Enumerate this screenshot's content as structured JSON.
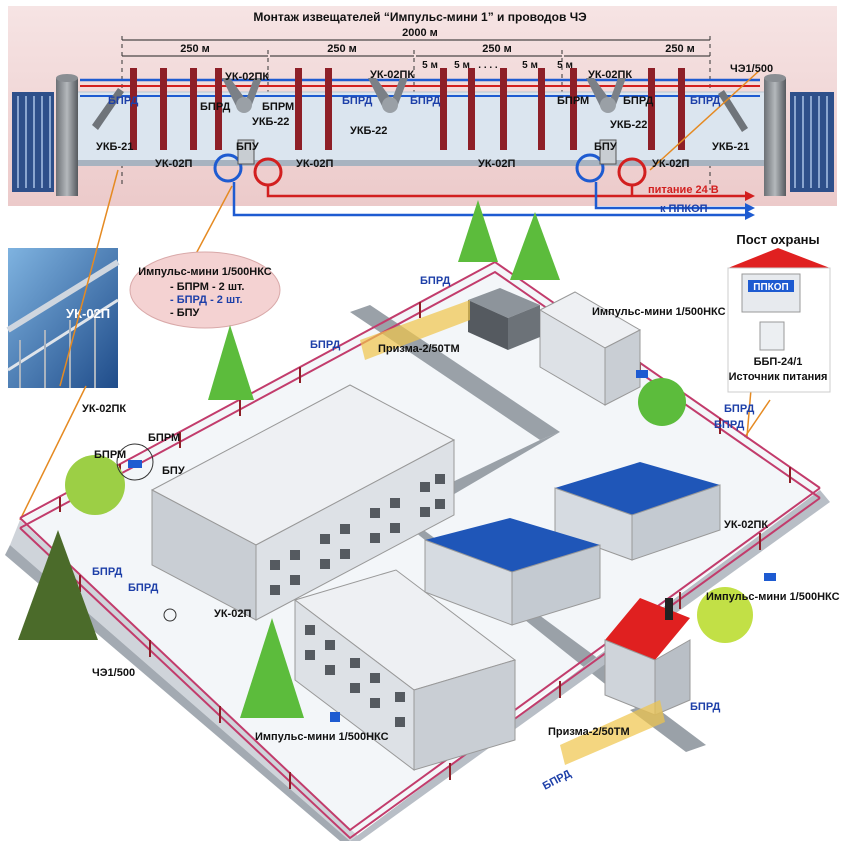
{
  "header": {
    "title": "Монтаж извещателей “Импульс-мини 1” и проводов ЧЭ",
    "total_length": "2000 м",
    "span_250": "250 м",
    "span_5": "5 м",
    "dots": ". . . .",
    "uk02pk": "УК-02ПК",
    "uk02p": "УК-02П",
    "ukb21": "УКБ-21",
    "ukb22": "УКБ-22",
    "bprd": "БПРД",
    "bprm": "БПРМ",
    "bpu": "БПУ",
    "che1": "ЧЭ1/500",
    "power": "питание 24 В",
    "to_ppkop": "к ППКОП"
  },
  "legend": {
    "title": "Импульс-мини 1/500НКС",
    "item1": "- БПРМ - 2 шт.",
    "item2": "- БПРД - 2 шт.",
    "item3": "- БПУ"
  },
  "photo_label": "УК-02П",
  "guard_post": {
    "title": "Пост охраны",
    "panel": "ППКОП",
    "psu_model": "ББП-24/1",
    "psu_name": "Источник питания"
  },
  "scene_labels": {
    "uk02pk_left": "УК-02ПК",
    "bprm_a": "БПРМ",
    "bprm_b": "БПРМ",
    "bpu": "БПУ",
    "bprd_top": "БПРД",
    "bprd_nw": "БПРД",
    "prizma_top": "Призма-2/50ТМ",
    "imp_top": "Импульс-мини 1/500НКС",
    "bprd_right1": "БПРД",
    "bprd_right2": "БПРД",
    "uk02pk_right": "УК-02ПК",
    "imp_right": "Импульс-мини 1/500НКС",
    "bprd_house": "БПРД",
    "bprd_left1": "БПРД",
    "bprd_left2": "БПРД",
    "uk02p_left": "УК-02П",
    "che1_left": "ЧЭ1/500",
    "imp_bottom": "Импульс-мини 1/500НКС",
    "prizma_bottom": "Призма-2/50ТМ",
    "bprd_bottom": "БПРД"
  },
  "colors": {
    "banner_bg": "#f2d8d8",
    "blue_line": "#1e5bd1",
    "red_line": "#d21f1f",
    "post_bar": "#8e1f27",
    "roof_blue": "#1f56b8",
    "roof_red": "#e02020",
    "tree_green": "#5cbc3c",
    "orange_leader": "#e58a22"
  }
}
